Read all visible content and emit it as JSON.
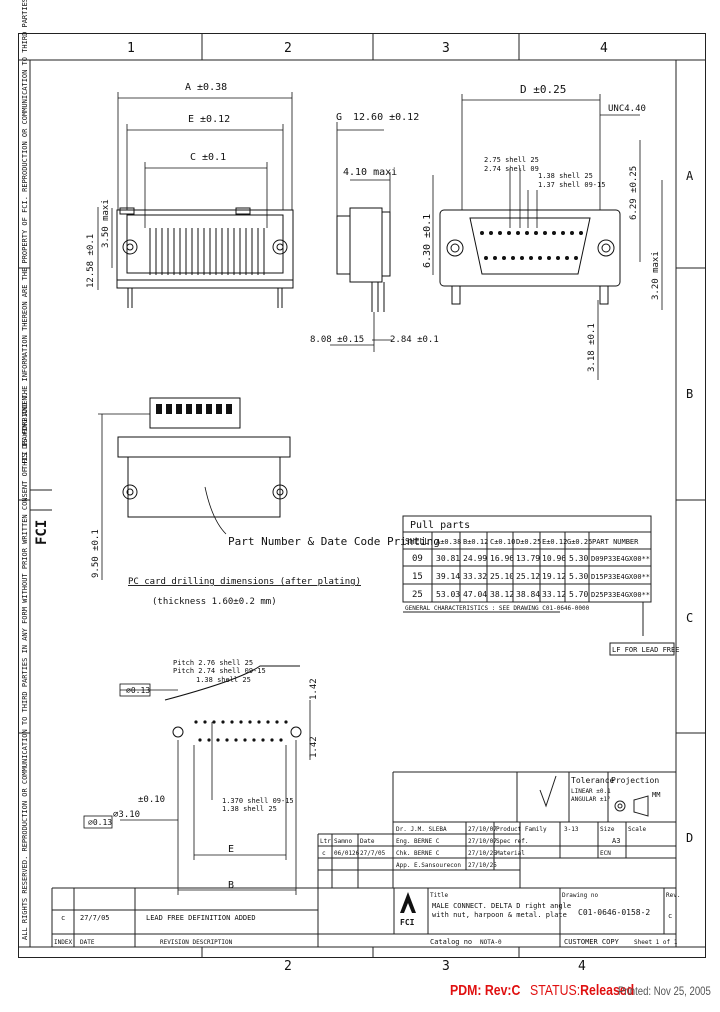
{
  "grid": {
    "cols": [
      "1",
      "2",
      "3",
      "4"
    ],
    "rows": [
      "A",
      "B",
      "C",
      "D"
    ]
  },
  "dims": {
    "a": "A ±0.38",
    "e": "E ±0.12",
    "c": "C ±0.1",
    "g": "G",
    "g_val": "12.60 ±0.12",
    "four_ten": "4.10 maxi",
    "d": "D ±0.25",
    "unc": "UNC4.40",
    "h1": "12.58 ±0.1",
    "h2": "3.50 maxi",
    "h3": "6.30 ±0.1",
    "h4": "6.29 ±0.25",
    "h5": "3.20 maxi",
    "h6": "3.18 ±0.1",
    "w1": "8.08 ±0.15",
    "w2": "2.84 ±0.1",
    "h7": "9.50 ±0.1",
    "p1": "2.75 shell 25",
    "p2": "2.74 shell 09",
    "p3": "1.38 shell 25",
    "p4": "1.37 shell 09-15",
    "b": "B",
    "e2": "E",
    "pitch1": "Pitch 2.76 shell 25",
    "pitch2": "Pitch 2.74 shell 09-15",
    "pitch3": "1.38 shell 25",
    "pitch4": "1.370 shell 09-15",
    "pitch5": "1.38 shell 25",
    "tol1": "⌀0.13",
    "tol2": "±0.10",
    "tol3": "⌀0.13",
    "dia": "⌀3.10",
    "l1": "1.42",
    "l2": "1.42"
  },
  "part_number_label": "Part Number & Date Code Printing",
  "pcb_title": "PC card drilling dimensions (after plating)",
  "pcb_thickness": "(thickness 1.60±0.2 mm)",
  "side_text_1": "THIS DRAWING AND THE INFORMATION THEREON ARE THE PROPERTY OF FCI. REPRODUCTION OR COMMUNICATION TO THIRD PARTIES IS FORBIDDEN WITHOUT PRIOR WRITTEN CONSENT OF FCI.",
  "side_text_2": "ALL RIGHTS RESERVED. REPRODUCTION OR COMMUNICATION TO THIRD PARTIES IN ANY FORM WITHOUT PRIOR WRITTEN CONSENT OF FCI IS FORBIDDEN.",
  "logo": "FCI",
  "table": {
    "title": "Pull parts",
    "headers": [
      "SHELL",
      "A±0.38",
      "B±0.12",
      "C±0.10",
      "D±0.25",
      "E±0.12",
      "G±0.25",
      "PART NUMBER"
    ],
    "rows": [
      [
        "09",
        "30.81",
        "24.99",
        "16.96",
        "13.79",
        "10.96",
        "5.30",
        "D09P33E4GX00**"
      ],
      [
        "15",
        "39.14",
        "33.32",
        "25.10",
        "25.12",
        "19.12",
        "5.30",
        "D15P33E4GX00**"
      ],
      [
        "25",
        "53.03",
        "47.04",
        "38.12",
        "38.84",
        "33.12",
        "5.70",
        "D25P33E4GX00**"
      ]
    ],
    "note": "GENERAL CHARACTERISTICS : SEE DRAWING C01-0646-0000",
    "lf": "LF FOR LEAD FREE"
  },
  "title_block": {
    "tolerance_label": "Tolerance",
    "tolerance_1": "LINEAR ±0.1",
    "tolerance_2": "ANGULAR ±1°",
    "projection": "Projection",
    "units": "MM",
    "dr": "Dr. J.M. SLEBA",
    "dr_date": "27/10/07",
    "eng": "Eng. BERNE C",
    "eng_date": "27/10/07",
    "chk": "Chk. BERNE C",
    "chk_date": "27/10/25",
    "app": "App. E.Sansourecon",
    "app_date": "27/10/25",
    "product_family": "Product Family",
    "pf_val": "3-13",
    "spec_ref": "Spec ref.",
    "material": "Material",
    "size_label": "Size",
    "size_val": "A3",
    "scale_label": "Scale",
    "ecn_label": "ECN",
    "title_label": "Title",
    "title_1": "MALE CONNECT. DELTA D right angle",
    "title_2": "with nut, harpoon & metal. plate",
    "dwg_label": "Drawing no",
    "dwg_no": "C01-0646-0158-2",
    "rev_label": "Rev.",
    "rev_val": "c",
    "catalog_label": "Catalog no",
    "catalog_val": "NOTA-0",
    "customer_copy": "CUSTOMER COPY",
    "sheet": "Sheet 1 of 1",
    "rev_table_headers": [
      "Ltr",
      "Samno",
      "Date"
    ],
    "rev_table_rows": [
      [
        "c",
        "06/0126",
        "27/7/05"
      ]
    ]
  },
  "revision": {
    "rev": "c",
    "date": "27/7/05",
    "desc": "LEAD FREE DEFINITION ADDED",
    "h_index": "INDEX",
    "h_date": "DATE",
    "h_desc": "REVISION DESCRIPTION"
  },
  "footer": {
    "pdm": "PDM: Rev:C",
    "status_label": "STATUS:",
    "status_val": "Released",
    "printed": "Printed: Nov 25, 2005"
  }
}
